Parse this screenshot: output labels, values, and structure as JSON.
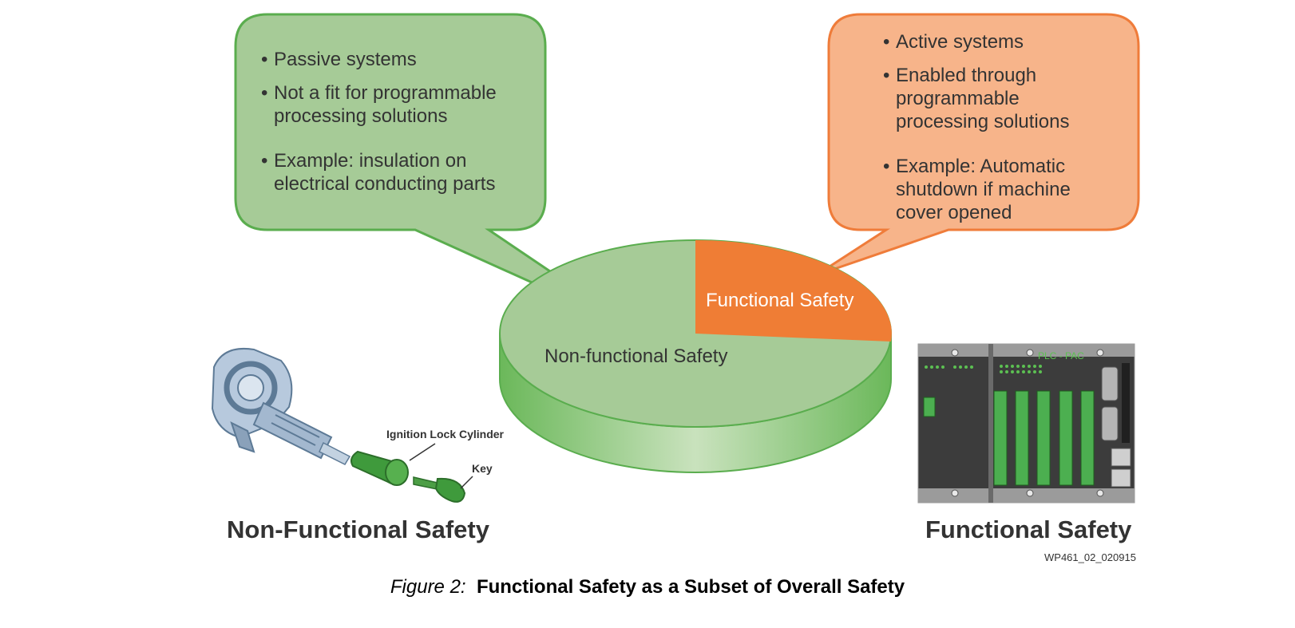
{
  "left_bubble": {
    "items": [
      "Passive systems",
      "Not a fit for programmable processing solutions",
      "Example: insulation on electrical conducting parts"
    ],
    "fill": "#a6cb97",
    "stroke": "#5aad4e"
  },
  "right_bubble": {
    "items": [
      "Active systems",
      "Enabled through programmable processing solutions",
      "Example: Automatic shutdown if machine cover opened"
    ],
    "fill": "#f7b48a",
    "stroke": "#ef7c3a"
  },
  "pie": {
    "large_label": "Non-functional Safety",
    "small_label": "Functional Safety",
    "large_color": "#a6cb97",
    "small_color": "#ef7d35",
    "side_color": "#6bb85a"
  },
  "ignition": {
    "cylinder_label": "Ignition Lock Cylinder",
    "key_label": "Key"
  },
  "plc": {
    "module_label": "PLC - PAC"
  },
  "captions": {
    "left": "Non-Functional Safety",
    "right": "Functional Safety",
    "code": "WP461_02_020915"
  },
  "figure": {
    "prefix": "Figure 2:",
    "title": "Functional Safety as a Subset of Overall Safety"
  }
}
